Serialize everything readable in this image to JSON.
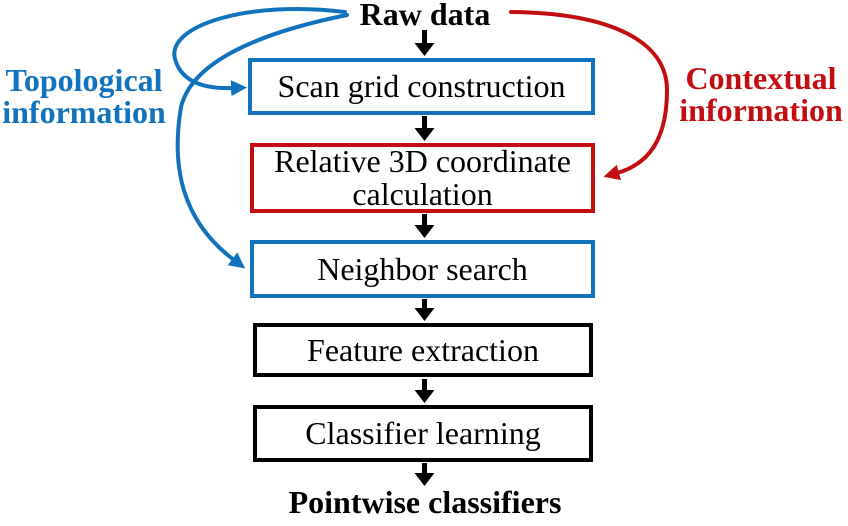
{
  "diagram": {
    "type": "flowchart",
    "nodes": [
      {
        "id": "raw-data",
        "label": "Raw data",
        "shape": "text",
        "emphasis": "bold"
      },
      {
        "id": "scan-grid-construction",
        "label": "Scan grid construction",
        "shape": "box",
        "border_color": "#1173bd"
      },
      {
        "id": "relative-3d-coordinate-calculation",
        "label": "Relative 3D coordinate calculation",
        "shape": "box",
        "border_color": "#c20d11"
      },
      {
        "id": "neighbor-search",
        "label": "Neighbor search",
        "shape": "box",
        "border_color": "#1173bd"
      },
      {
        "id": "feature-extraction",
        "label": "Feature extraction",
        "shape": "box",
        "border_color": "#000000"
      },
      {
        "id": "classifier-learning",
        "label": "Classifier learning",
        "shape": "box",
        "border_color": "#000000"
      },
      {
        "id": "pointwise-classifiers",
        "label": "Pointwise classifiers",
        "shape": "text",
        "emphasis": "bold"
      }
    ],
    "side_labels": [
      {
        "id": "topological-information",
        "label": "Topological\ninformation",
        "color": "#1173bd"
      },
      {
        "id": "contextual-information",
        "label": "Contextual\ninformation",
        "color": "#c20d11"
      }
    ],
    "edges": [
      {
        "from": "raw-data",
        "to": "scan-grid-construction",
        "kind": "flow",
        "color": "#000000"
      },
      {
        "from": "scan-grid-construction",
        "to": "relative-3d-coordinate-calculation",
        "kind": "flow",
        "color": "#000000"
      },
      {
        "from": "relative-3d-coordinate-calculation",
        "to": "neighbor-search",
        "kind": "flow",
        "color": "#000000"
      },
      {
        "from": "neighbor-search",
        "to": "feature-extraction",
        "kind": "flow",
        "color": "#000000"
      },
      {
        "from": "feature-extraction",
        "to": "classifier-learning",
        "kind": "flow",
        "color": "#000000"
      },
      {
        "from": "classifier-learning",
        "to": "pointwise-classifiers",
        "kind": "flow",
        "color": "#000000"
      },
      {
        "from": "raw-data",
        "to": "scan-grid-construction",
        "kind": "topological-information",
        "color": "#1173bd"
      },
      {
        "from": "raw-data",
        "to": "neighbor-search",
        "kind": "topological-information",
        "color": "#1173bd"
      },
      {
        "from": "raw-data",
        "to": "relative-3d-coordinate-calculation",
        "kind": "contextual-information",
        "color": "#c20d11"
      }
    ],
    "colors": {
      "blue": "#1173bd",
      "red": "#c20d11",
      "black": "#000000",
      "background": "#ffffff"
    }
  }
}
